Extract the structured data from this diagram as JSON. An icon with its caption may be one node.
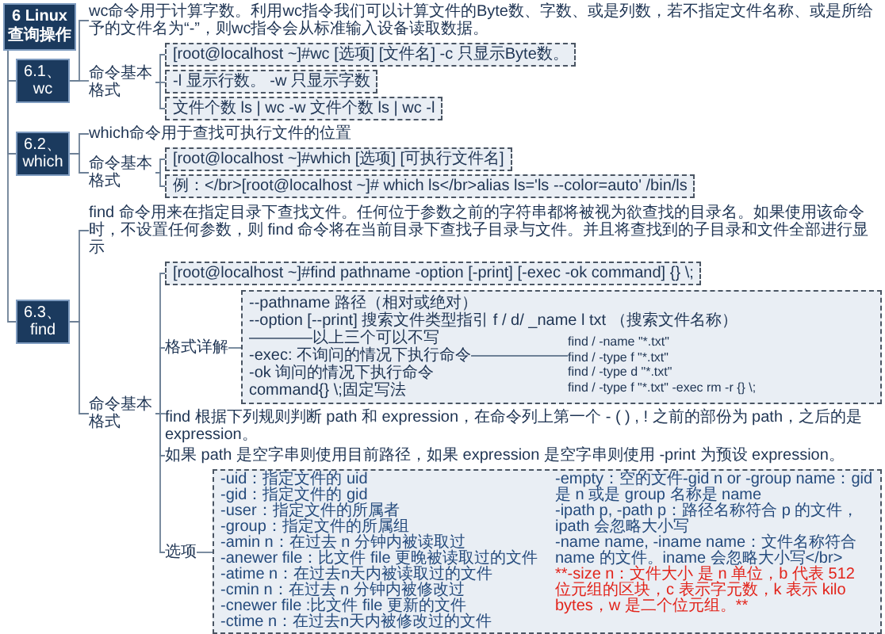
{
  "diagram": {
    "nodes": [
      {
        "text": [
          "6 Linux查询操作"
        ]
      },
      {
        "text": [
          "6.1、wc"
        ]
      },
      {
        "text": [
          "wc命令用于计算字数。利用wc指令我们可以计算文件的Byte数、字数、或是列数，若不指定文件名称、或是所给予的文件名为“-”，则wc指令会从标准输入设备读取数据。"
        ]
      },
      {
        "text": [
          "命令基本格式"
        ]
      },
      {
        "text": [
          "[root@localhost ~]#wc [选项] [文件名] -c 只显示Byte数。"
        ]
      },
      {
        "text": [
          "-l 显示行数。 -w 只显示字数"
        ]
      },
      {
        "text": [
          "文件个数 ls | wc -w 文件个数 ls | wc -l"
        ]
      },
      {
        "text": [
          "6.2、which"
        ]
      },
      {
        "text": [
          "which命令用于查找可执行文件的位置"
        ]
      },
      {
        "text": [
          "命令基本格式"
        ]
      },
      {
        "text": [
          "[root@localhost ~]#which [选项] [可执行文件名]"
        ]
      },
      {
        "text": [
          "例：</br>[root@localhost ~]# which ls</br>alias ls='ls --color=auto' /bin/ls"
        ]
      },
      {
        "text": [
          "6.3、find"
        ]
      },
      {
        "text": [
          "find 命令用来在指定目录下查找文件。任何位于参数之前的字符串都将被视为欲查找的目录名。如果使用该命令时，不设置任何参数，则 find 命令将在当前目录下查找子目录与文件。并且将查找到的子目录和文件全部进行显示"
        ]
      },
      {
        "text": [
          "命令基本格式"
        ]
      },
      {
        "text": [
          "[root@localhost ~]#find pathname -option [-print] [-exec -ok command] {} \\;"
        ]
      },
      {
        "text": [
          "格式详解"
        ]
      },
      {
        "text": [],
        "shape": "box"
      },
      {
        "text": [
          "--pathname 路径（相对或绝对）"
        ],
        "in": 17
      },
      {
        "text": [
          "--option [--print] 搜索文件类型指引 f / d/ _name l txt （搜索文件名称）"
        ],
        "in": 17
      },
      {
        "text": [
          "————以上三个可以不写"
        ],
        "in": 17
      },
      {
        "text": [
          "-exec: 不询问的情况下执行命令"
        ],
        "in": 17
      },
      {
        "text": [
          "find / -name \"*.txt\"",
          "find / -type f \"*.txt\"",
          "find / -type d \"*.txt\"",
          "find / -type f \"*.txt\" -exec rm -r {} \\;"
        ],
        "in": 17
      },
      {
        "text": [
          "-ok 询问的情况下执行命令"
        ],
        "in": 17
      },
      {
        "text": [
          "command{} \\;固定写法"
        ],
        "in": 17
      },
      {
        "text": [
          "find 根据下列规则判断 path 和 expression，在命令列上第一个 - ( ) , ! 之前的部份为 path，之后的是 expression。"
        ]
      },
      {
        "text": [
          "如果 path 是空字串则使用目前路径，如果 expression 是空字串则使用 -print 为预设 expression。"
        ]
      },
      {
        "text": [
          "选项"
        ]
      },
      {
        "text": [
          "-uid：指定文件的 uid",
          "-gid：指定文件的 gid",
          "-user：指定文件的所属者",
          "-group：指定文件的所属组",
          "-amin n：在过去 n 分钟内被读取过",
          "-anewer file：比文件 file 更晚被读取过的文件",
          "-atime n：在过去n天内被读取过的文件",
          "-cmin n：在过去 n 分钟内被修改过",
          "-cnewer file :比文件 file 更新的文件",
          "-ctime n：在过去n天内被修改过的文件",
          "-empty：空的文件-gid n or -group name：gid 是 n 或是 group 名称是 name",
          "-ipath p, -path p：路径名称符合 p 的文件，ipath 会忽略大小写",
          "-name name, -iname name：文件名称符合 name 的文件。iname 会忽略大小写</br>",
          "**-size n：文件大小 是 n 单位，b 代表 512 位元组的区块，c 表示字元数，k 表示 kilo bytes，w 是二个位元组。**"
        ]
      }
    ],
    "edges": [
      {
        "from": 0,
        "to": 1,
        "arrow": "none"
      },
      {
        "from": 0,
        "to": 7,
        "arrow": "none"
      },
      {
        "from": 0,
        "to": 12,
        "arrow": "none"
      },
      {
        "from": 1,
        "to": 2,
        "arrow": "none"
      },
      {
        "from": 1,
        "to": 3,
        "arrow": "none"
      },
      {
        "from": 3,
        "to": 4,
        "arrow": "none"
      },
      {
        "from": 3,
        "to": 5,
        "arrow": "none"
      },
      {
        "from": 3,
        "to": 6,
        "arrow": "none"
      },
      {
        "from": 7,
        "to": 8,
        "arrow": "none"
      },
      {
        "from": 7,
        "to": 9,
        "arrow": "none"
      },
      {
        "from": 9,
        "to": 10,
        "arrow": "none"
      },
      {
        "from": 9,
        "to": 11,
        "arrow": "none"
      },
      {
        "from": 12,
        "to": 13,
        "arrow": "none"
      },
      {
        "from": 12,
        "to": 14,
        "arrow": "none"
      },
      {
        "from": 14,
        "to": 15,
        "arrow": "none"
      },
      {
        "from": 14,
        "to": 16,
        "arrow": "none"
      },
      {
        "from": 16,
        "to": 17,
        "arrow": "none"
      },
      {
        "from": 21,
        "to": 22,
        "arrow": "none"
      },
      {
        "from": 14,
        "to": 25,
        "arrow": "none"
      },
      {
        "from": 14,
        "to": 26,
        "arrow": "none"
      },
      {
        "from": 14,
        "to": 27,
        "arrow": "none"
      },
      {
        "from": 27,
        "to": 28,
        "arrow": "none"
      }
    ]
  }
}
